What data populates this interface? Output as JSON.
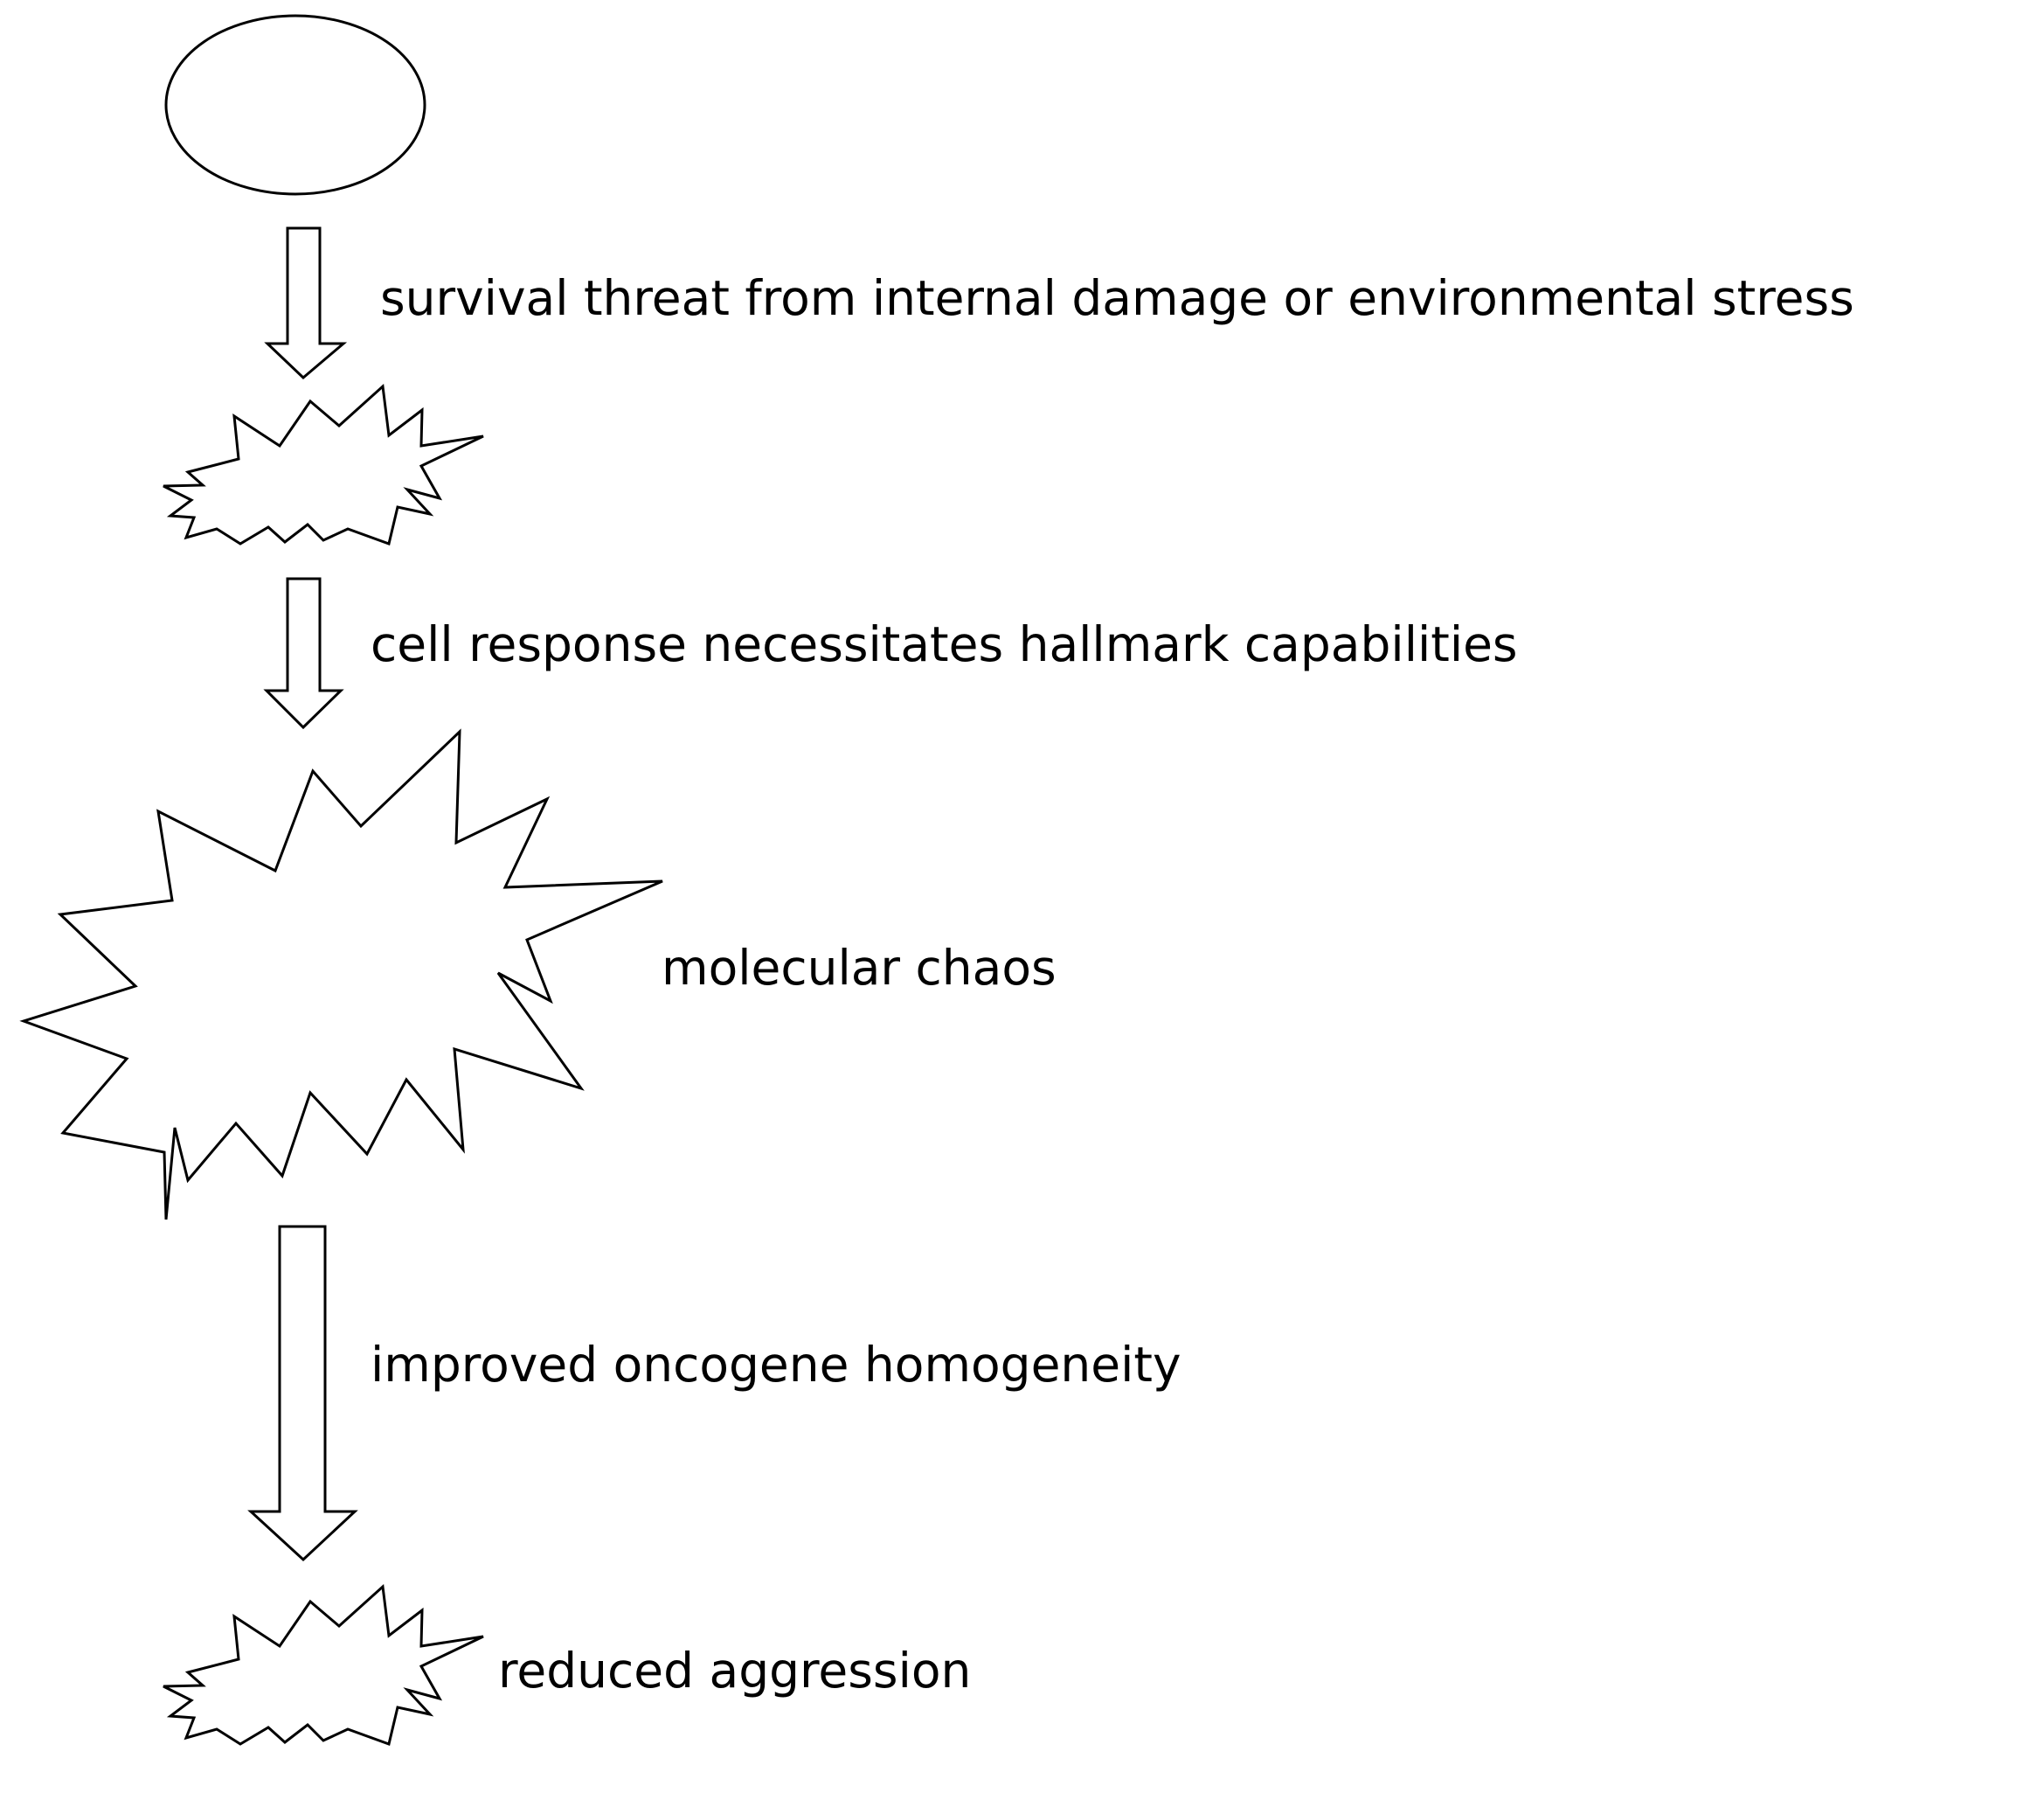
{
  "diagram": {
    "labels": {
      "survival_threat": "survival threat from internal damage or environmental stress",
      "cell_response": "cell response necessitates hallmark capabilities",
      "molecular_chaos": "molecular chaos",
      "oncogene_homogeneity": "improved oncogene homogeneity",
      "reduced_aggression": "reduced aggression"
    },
    "colors": {
      "stroke": "#000000",
      "fill": "#ffffff",
      "background": "#ffffff"
    },
    "nodes": [
      {
        "name": "normal-cell",
        "shape": "ellipse"
      },
      {
        "name": "stressed-cell",
        "shape": "starburst-small"
      },
      {
        "name": "chaos-cell",
        "shape": "starburst-large"
      },
      {
        "name": "reduced-aggression-cell",
        "shape": "starburst-small"
      }
    ]
  }
}
